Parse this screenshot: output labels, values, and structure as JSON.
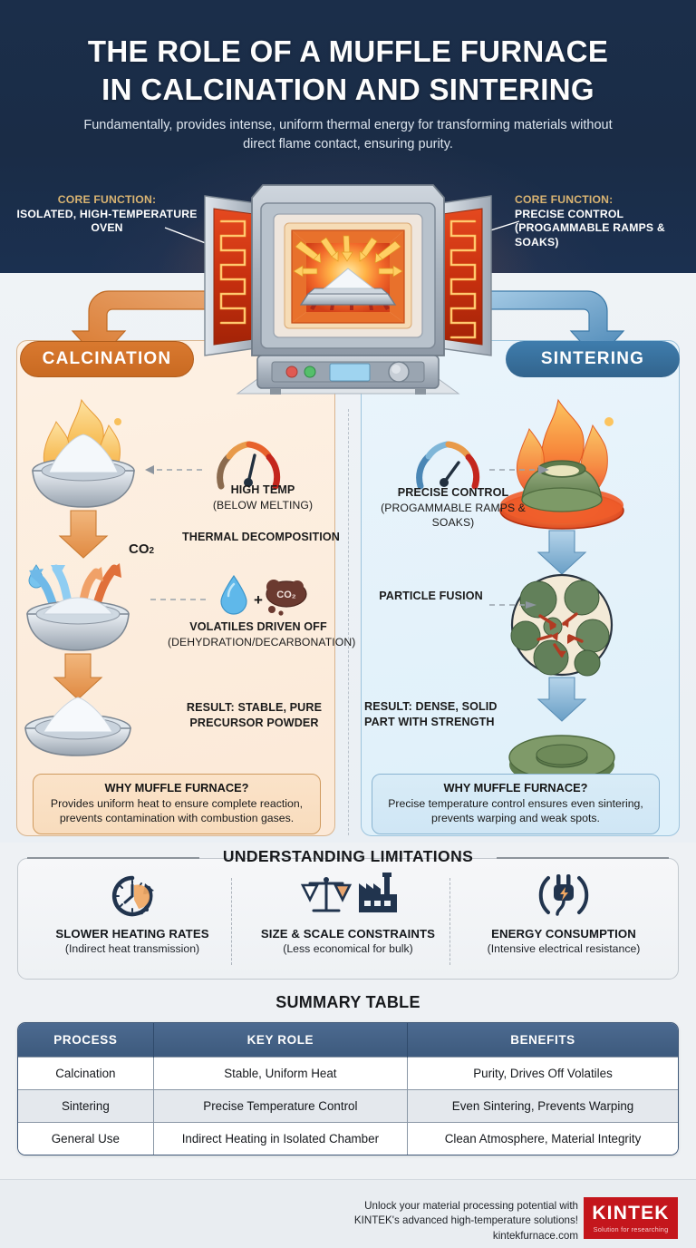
{
  "header": {
    "title_line1": "THE ROLE OF A MUFFLE FURNACE",
    "title_line2": "IN CALCINATION AND SINTERING",
    "subtitle": "Fundamentally, provides intense, uniform thermal energy for transforming materials without direct flame contact, ensuring purity.",
    "core_left": {
      "kicker": "CORE FUNCTION:",
      "text": "ISOLATED, HIGH-TEMPERATURE OVEN"
    },
    "core_right": {
      "kicker": "CORE FUNCTION:",
      "text": "PRECISE CONTROL (PROGAMMABLE RAMPS & SOAKS)"
    }
  },
  "columns": {
    "left": {
      "chip": "CALCINATION",
      "steps": [
        {
          "title": "HIGH TEMP",
          "sub": "(BELOW MELTING)"
        },
        {
          "title": "THERMAL DECOMPOSITION",
          "sub": ""
        },
        {
          "title": "VOLATILES DRIVEN OFF",
          "sub": "(DEHYDRATION/DECARBONATION)"
        },
        {
          "title": "RESULT: STABLE, PURE PRECURSOR POWDER",
          "sub": ""
        }
      ],
      "co2_label": "CO2",
      "cloud_label": "CO2",
      "plus": "+",
      "why_title": "WHY MUFFLE FURNACE?",
      "why_body": "Provides uniform heat to ensure complete reaction, prevents contamination with combustion gases."
    },
    "right": {
      "chip": "SINTERING",
      "steps": [
        {
          "title": "PRECISE CONTROL",
          "sub": "(PROGAMMABLE RAMPS & SOAKS)"
        },
        {
          "title": "PARTICLE FUSION",
          "sub": ""
        },
        {
          "title": "RESULT: DENSE, SOLID PART WITH STRENGTH",
          "sub": ""
        }
      ],
      "why_title": "WHY MUFFLE FURNACE?",
      "why_body": "Precise temperature control ensures even sintering, prevents warping and weak spots."
    }
  },
  "limitations": {
    "heading": "UNDERSTANDING LIMITATIONS",
    "items": [
      {
        "icon": "clock-icon",
        "title": "SLOWER HEATING RATES",
        "sub": "(Indirect heat transmission)"
      },
      {
        "icon": "scale-factory-icon",
        "title": "SIZE & SCALE CONSTRAINTS",
        "sub": "(Less economical for bulk)"
      },
      {
        "icon": "power-plug-icon",
        "title": "ENERGY CONSUMPTION",
        "sub": "(Intensive electrical resistance)"
      }
    ]
  },
  "summary": {
    "heading": "SUMMARY TABLE",
    "columns": [
      "PROCESS",
      "KEY ROLE",
      "BENEFITS"
    ],
    "rows": [
      [
        "Calcination",
        "Stable, Uniform Heat",
        "Purity, Drives Off Volatiles"
      ],
      [
        "Sintering",
        "Precise Temperature Control",
        "Even Sintering, Prevents Warping"
      ],
      [
        "General Use",
        "Indirect Heating in Isolated Chamber",
        "Clean Atmosphere, Material Integrity"
      ]
    ]
  },
  "footer": {
    "line1": "Unlock your material processing potential with",
    "line2": "KINTEK's advanced high-temperature solutions!",
    "line3": "kintekfurnace.com",
    "brand": "KINTEK",
    "tagline": "Solution for researching"
  },
  "colors": {
    "header_navy": "#1b2e4a",
    "calcination_orange": "#d9792f",
    "sintering_blue": "#3f7dad",
    "kintek_red": "#c4161c",
    "table_header": "#4c6a90"
  }
}
